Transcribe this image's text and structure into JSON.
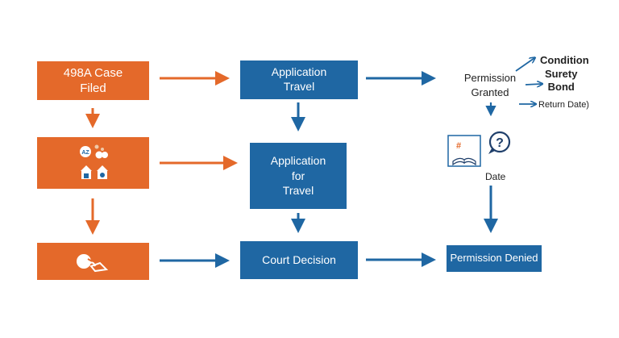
{
  "colors": {
    "orange": "#e4692a",
    "blue": "#1f67a3",
    "text_dark": "#222222"
  },
  "nodes": {
    "case_filed": {
      "line1": "498A Case",
      "line2": "Filed"
    },
    "application_travel_top": {
      "line1": "Application",
      "line2": "Travel"
    },
    "application_for_travel": {
      "line1": "Application",
      "line2": "for",
      "line3": "Travel"
    },
    "court_decision": {
      "label": "Court Decision"
    },
    "permission_granted": {
      "line1": "Permission",
      "line2": "Granted"
    },
    "permission_denied": {
      "label": "Permission Denied"
    },
    "date_label": "Date"
  },
  "conditions": {
    "condition": "Condition",
    "surety_bond_line1": "Surety",
    "surety_bond_line2": "Bond",
    "return_date": "Return Date)"
  },
  "icons": {
    "middle_orange_box": "documents-and-houses-icon",
    "bottom_orange_box": "hand-with-document-icon",
    "date_illustration": "calendar-question-icon"
  }
}
